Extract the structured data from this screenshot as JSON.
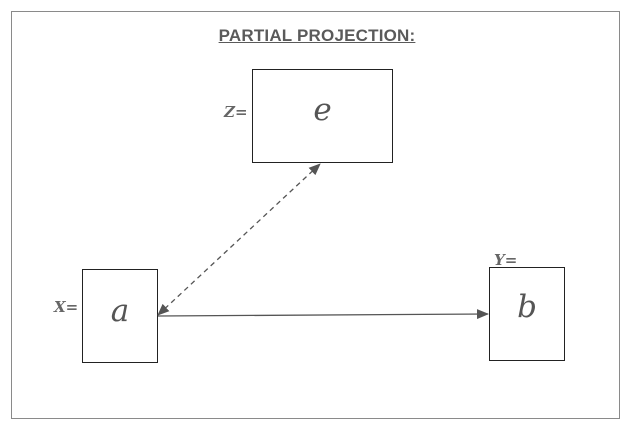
{
  "title": "PARTIAL PROJECTION:",
  "nodes": {
    "x": {
      "label": "X=",
      "value": "a"
    },
    "y": {
      "label": "Y=",
      "value": "b"
    },
    "z": {
      "label": "Z=",
      "value": "e"
    }
  },
  "edges": [
    {
      "from": "x",
      "to": "y",
      "style": "solid",
      "direction": "forward"
    },
    {
      "from": "x",
      "to": "z",
      "style": "dashed",
      "direction": "both"
    }
  ],
  "colors": {
    "border": "#222222",
    "arrow": "#555555",
    "text": "#5a5a5a"
  }
}
